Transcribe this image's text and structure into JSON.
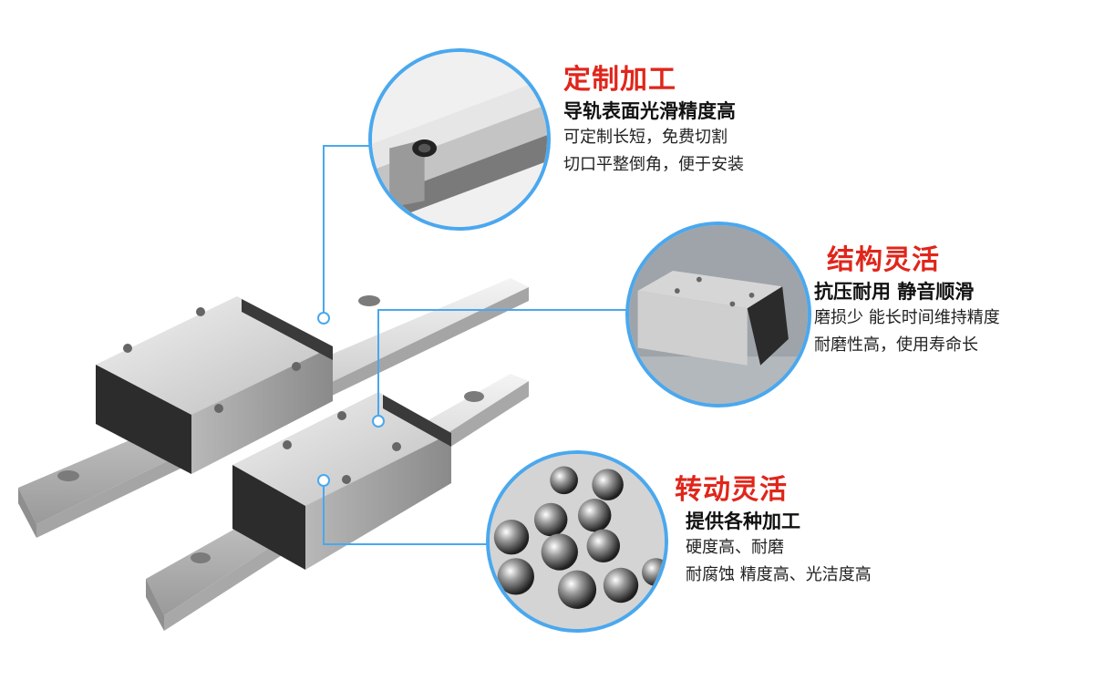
{
  "colors": {
    "accent_line": "#4aa8ee",
    "title_red": "#e0261b",
    "text_dark": "#111111"
  },
  "features": [
    {
      "title": "定制加工",
      "subtitle": "导轨表面光滑精度高",
      "lines": [
        "可定制长短，免费切割",
        "切口平整倒角，便于安装"
      ]
    },
    {
      "title": "结构灵活",
      "subtitle": "抗压耐用 静音顺滑",
      "lines": [
        "磨损少 能长时间维持精度",
        "耐磨性高，使用寿命长"
      ]
    },
    {
      "title": "转动灵活",
      "subtitle": "提供各种加工",
      "lines": [
        "硬度高、耐磨",
        "耐腐蚀 精度高、光洁度高"
      ]
    }
  ],
  "images": {
    "main": "linear-guide-rail-with-carriage-blocks",
    "detail_1": "rail-end-cut-closeup",
    "detail_2": "carriage-block-closeup",
    "detail_3": "steel-balls-closeup"
  }
}
